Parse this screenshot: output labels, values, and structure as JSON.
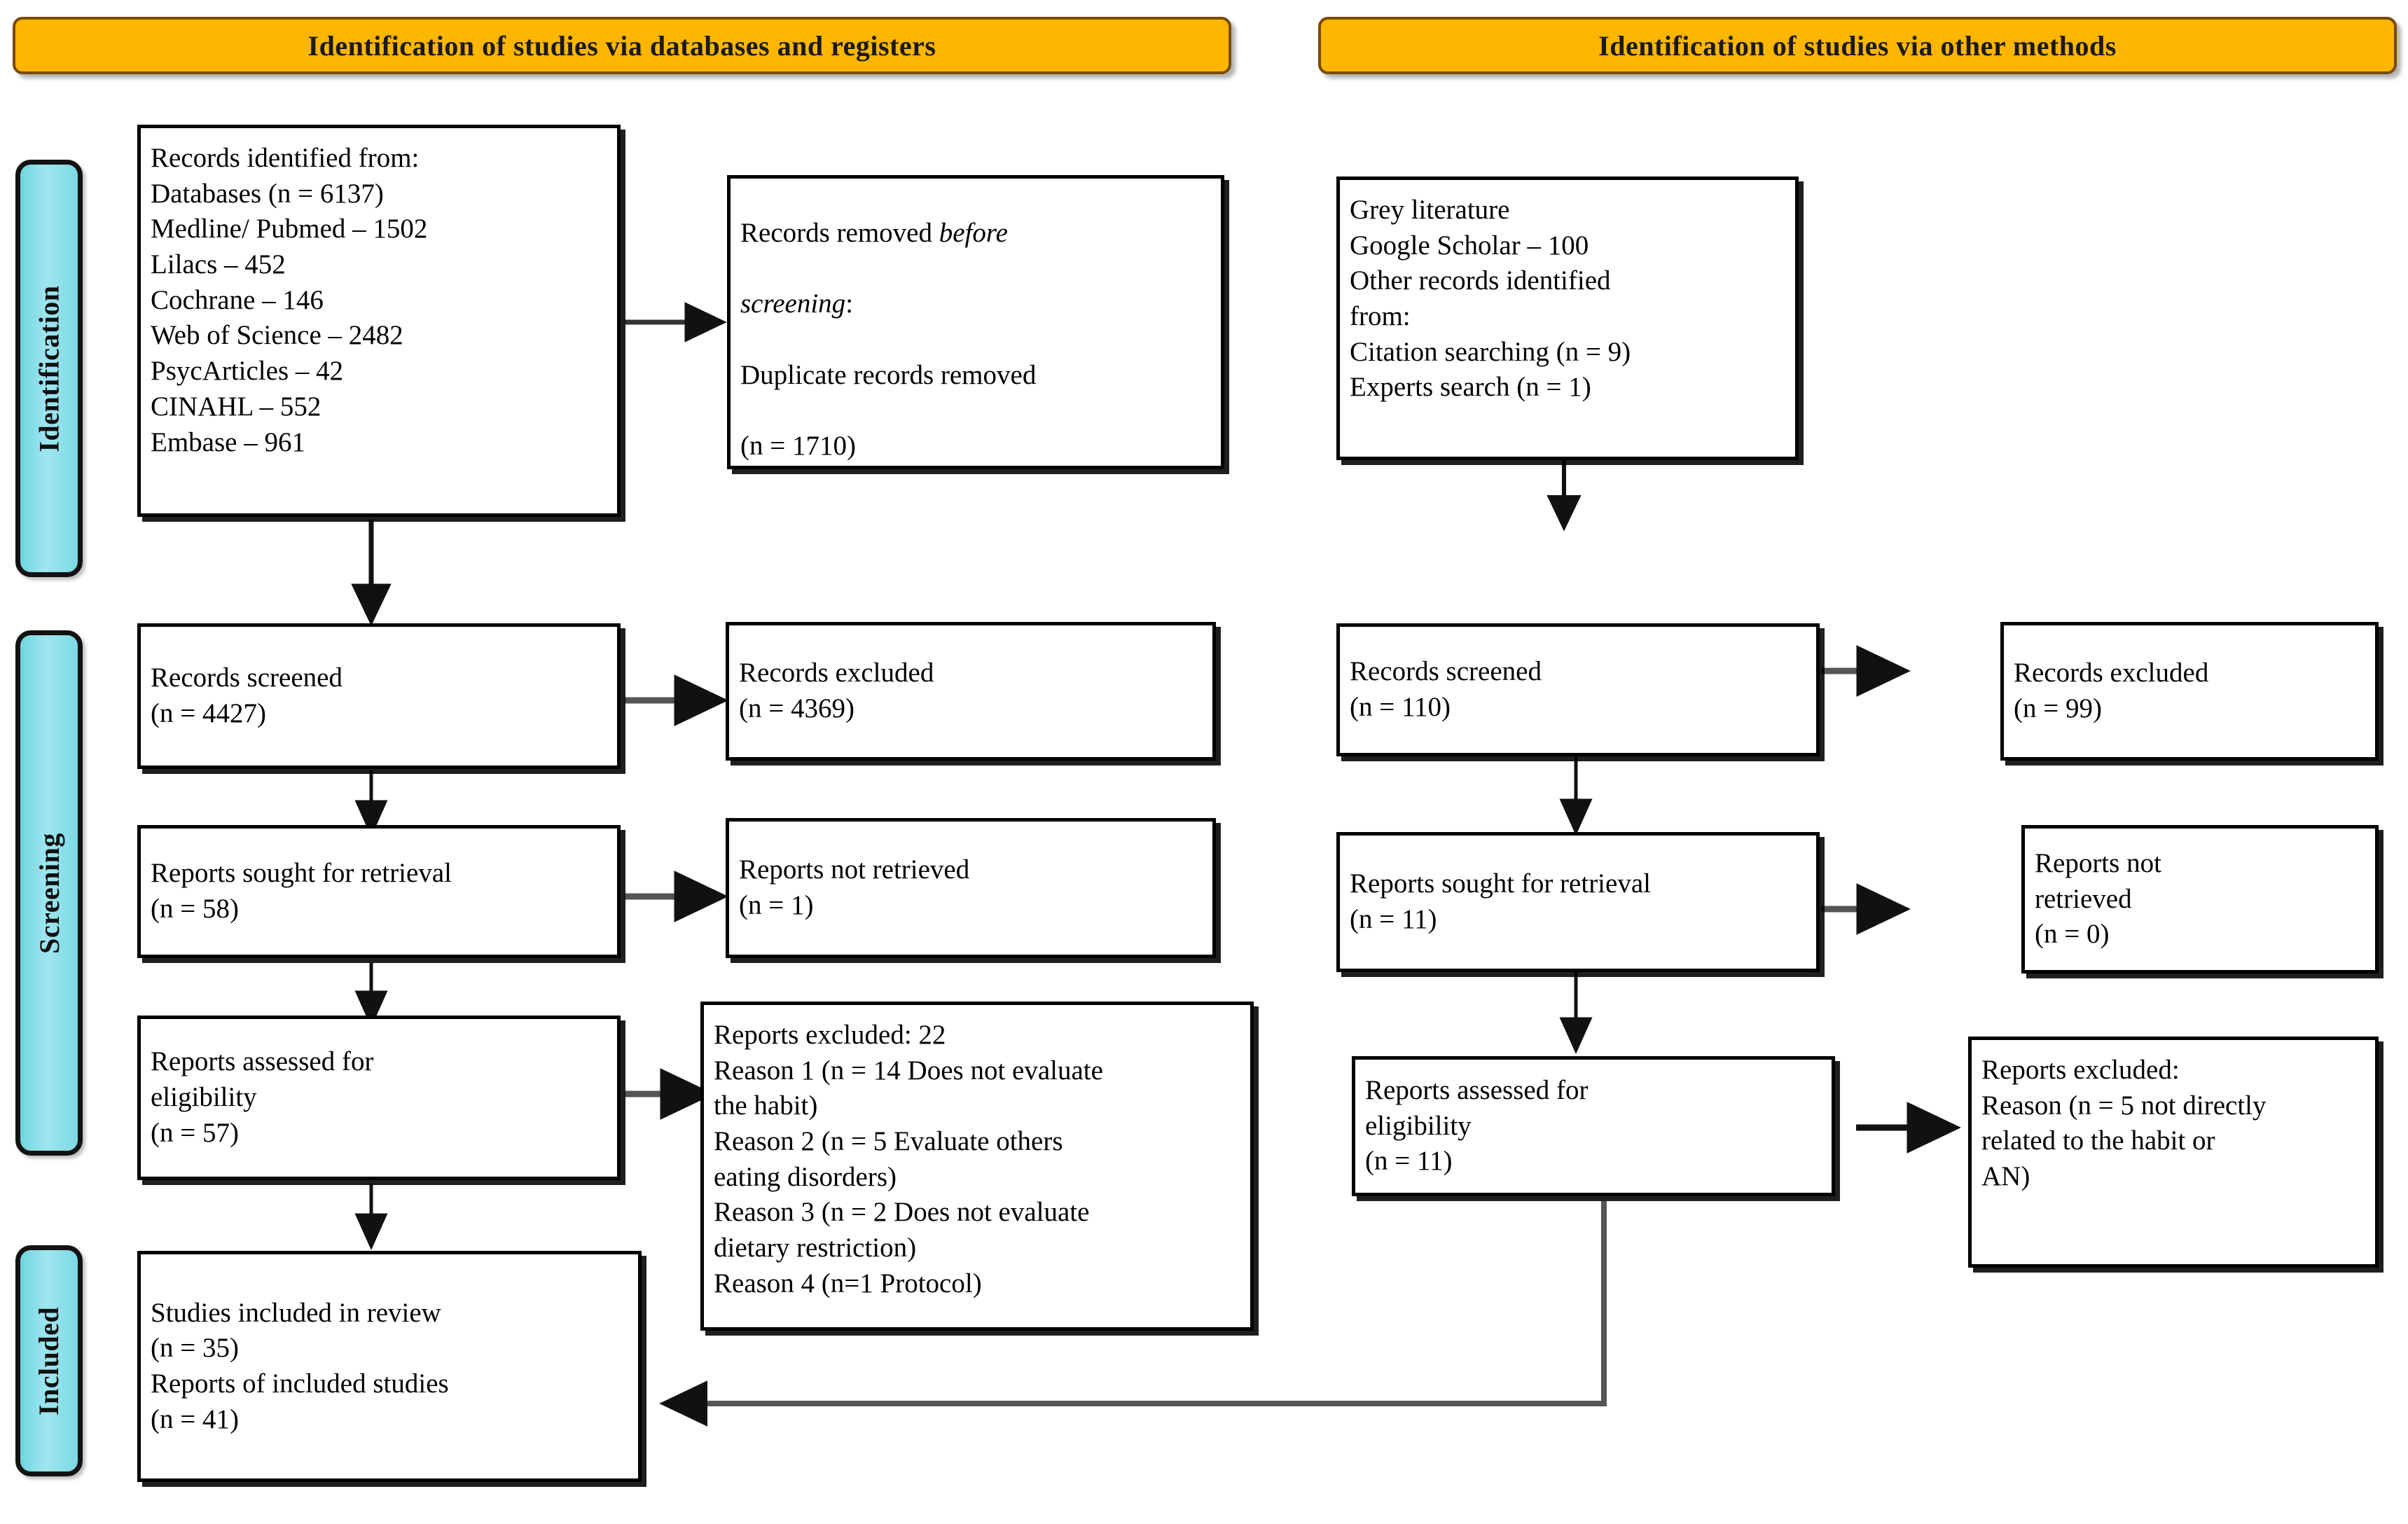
{
  "diagram": {
    "type": "prisma-flow-diagram",
    "title_banners": [
      {
        "id": "databases",
        "label": "Identification of studies via databases and registers"
      },
      {
        "id": "other",
        "label": "Identification of studies via other methods"
      }
    ],
    "stages": [
      {
        "id": "identification",
        "label": "Identification"
      },
      {
        "id": "screening",
        "label": "Screening"
      },
      {
        "id": "included",
        "label": "Included"
      }
    ],
    "colors": {
      "banner_fill": "#FFB600",
      "banner_border": "#7a4a00",
      "stage_fill": "#7bd9e4",
      "box_border": "#000000",
      "text": "#000000"
    },
    "boxes": {
      "records_identified": {
        "lines": [
          "Records identified from:",
          "Databases (n = 6137)",
          "Medline/ Pubmed – 1502",
          "Lilacs – 452",
          "Cochrane – 146",
          "Web of Science – 2482",
          "PsycArticles – 42",
          "CINAHL – 552",
          "Embase – 961"
        ]
      },
      "records_removed": {
        "line1_plain": "Records removed ",
        "line1_italic": "before",
        "line2_italic": "screening",
        "line2_plain": ":",
        "rest": [
          "Duplicate records removed",
          "(n = 1710)"
        ]
      },
      "grey_literature": {
        "lines": [
          "Grey literature",
          "Google Scholar – 100",
          "Other records identified",
          "from:",
          "Citation searching (n = 9)",
          "Experts search (n = 1)"
        ]
      },
      "records_screened_db": {
        "lines": [
          "Records screened",
          "(n = 4427)"
        ]
      },
      "records_excluded_db": {
        "lines": [
          "Records excluded",
          "(n = 4369)"
        ]
      },
      "reports_sought_db": {
        "lines": [
          "Reports sought for retrieval",
          "(n = 58)"
        ]
      },
      "reports_not_retrieved_db": {
        "lines": [
          "Reports not retrieved",
          "(n = 1)"
        ]
      },
      "reports_assessed_db": {
        "lines": [
          "Reports assessed for",
          "eligibility",
          "(n = 57)"
        ]
      },
      "reports_excluded_db": {
        "lines": [
          "Reports excluded: 22",
          "Reason 1 (n = 14 Does not evaluate",
          "the habit)",
          "Reason 2 (n = 5 Evaluate others",
          "eating disorders)",
          "Reason 3 (n =  2 Does not evaluate",
          "dietary restriction)",
          "Reason 4 (n=1 Protocol)"
        ]
      },
      "studies_included": {
        "lines": [
          "Studies included in review",
          "(n = 35)",
          "Reports of included studies",
          "(n = 41)"
        ]
      },
      "records_screened_other": {
        "lines": [
          "Records screened",
          "(n = 110)"
        ]
      },
      "records_excluded_other": {
        "lines": [
          "Records excluded",
          "(n = 99)"
        ]
      },
      "reports_sought_other": {
        "lines": [
          "Reports sought for retrieval",
          "(n = 11)"
        ]
      },
      "reports_not_retrieved_other": {
        "lines": [
          "Reports not",
          "retrieved",
          "(n = 0)"
        ]
      },
      "reports_assessed_other": {
        "lines": [
          "Reports assessed for",
          "eligibility",
          "(n = 11)"
        ]
      },
      "reports_excluded_other": {
        "lines": [
          "Reports excluded:",
          "Reason (n = 5 not directly",
          "related to the habit or",
          "AN)"
        ]
      }
    }
  }
}
